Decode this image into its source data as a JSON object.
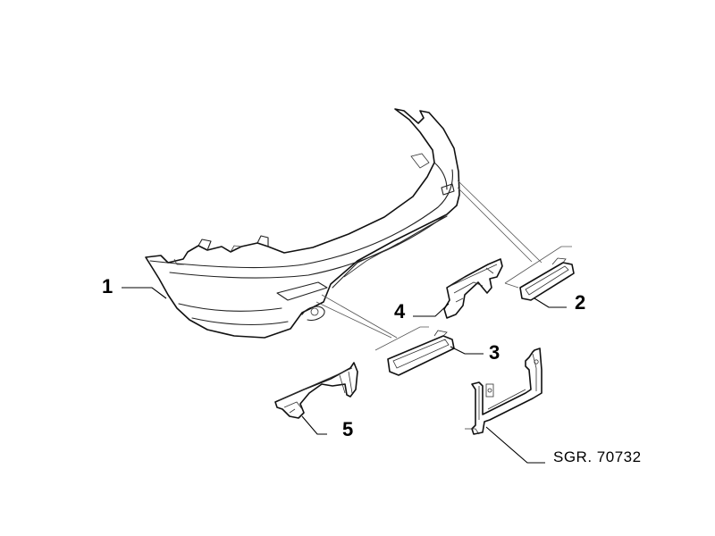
{
  "callouts": {
    "c1": "1",
    "c2": "2",
    "c3": "3",
    "c4": "4",
    "c5": "5"
  },
  "reference_code": "SGR. 70732",
  "colors": {
    "line": "#111111",
    "background": "#ffffff"
  }
}
